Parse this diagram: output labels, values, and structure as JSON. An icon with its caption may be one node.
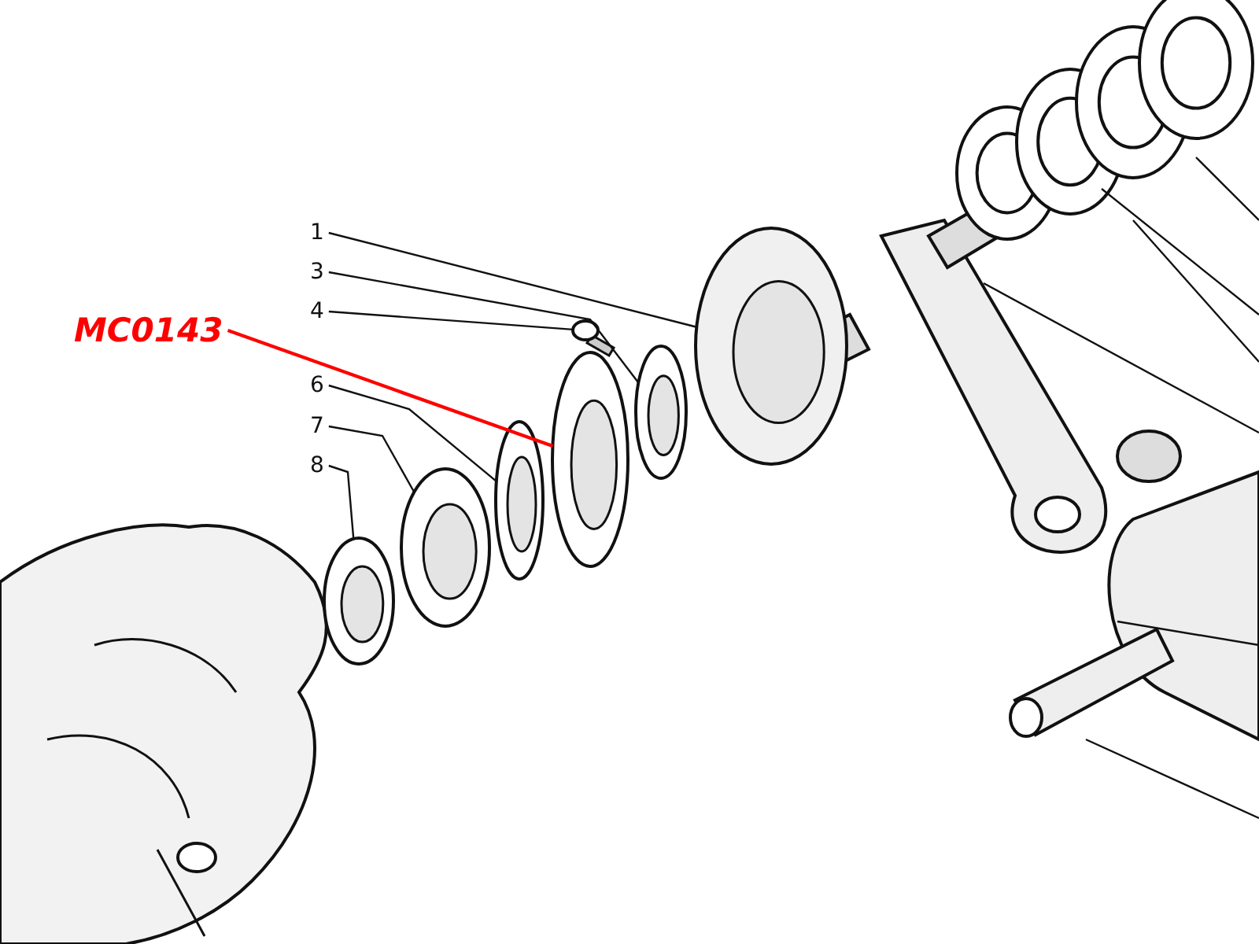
{
  "diagram": {
    "nodes": [
      {
        "text": [
          "1"
        ]
      },
      {
        "text": [
          "3"
        ]
      },
      {
        "text": [
          "4"
        ]
      },
      {
        "text": [
          "6"
        ]
      },
      {
        "text": [
          "7"
        ]
      },
      {
        "text": [
          "8"
        ]
      },
      {
        "text": [
          "MC0143"
        ]
      },
      {
        "text": [],
        "shape": "picture"
      },
      {
        "text": [],
        "shape": "picture"
      },
      {
        "text": [],
        "shape": "picture"
      },
      {
        "text": [],
        "shape": "picture"
      },
      {
        "text": [],
        "shape": "picture"
      },
      {
        "text": [],
        "shape": "picture"
      },
      {
        "text": [],
        "shape": "picture"
      }
    ],
    "edges": [
      {
        "from": 0,
        "to": 7,
        "arrow": "none"
      },
      {
        "from": 1,
        "to": 8,
        "arrow": "none"
      },
      {
        "from": 2,
        "to": 9,
        "arrow": "none"
      },
      {
        "from": 3,
        "to": 11,
        "arrow": "none"
      },
      {
        "from": 4,
        "to": 12,
        "arrow": "none"
      },
      {
        "from": 5,
        "to": 13,
        "arrow": "none"
      },
      {
        "from": 6,
        "to": 10,
        "arrow": "none",
        "color": "#ff0000"
      }
    ]
  }
}
